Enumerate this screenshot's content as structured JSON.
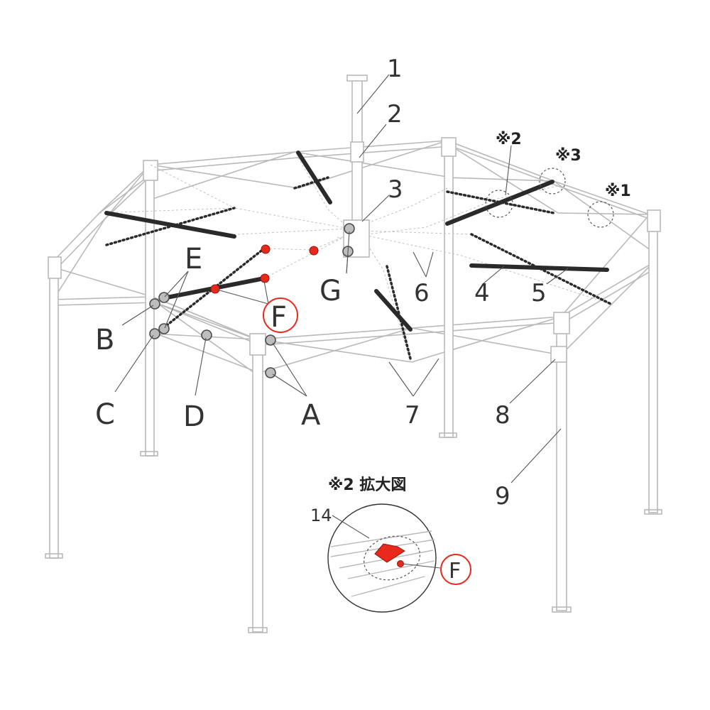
{
  "labels": {
    "part_1": "1",
    "part_2": "2",
    "part_3": "3",
    "part_4": "4",
    "part_5": "5",
    "part_6": "6",
    "part_7": "7",
    "part_8": "8",
    "part_9": "9",
    "part_14": "14",
    "point_a": "A",
    "point_b": "B",
    "point_c": "C",
    "point_d": "D",
    "point_e": "E",
    "point_f": "F",
    "point_g": "G",
    "note_1": "※1",
    "note_2": "※2",
    "note_3": "※3",
    "inset_title": "※2 拡大図",
    "inset_f": "F"
  },
  "colors": {
    "frame": "#b9b9b9",
    "black_bar": "#2a2a2a",
    "highlight_red": "#e8291c",
    "joint_grey": "#bdbdbd"
  }
}
